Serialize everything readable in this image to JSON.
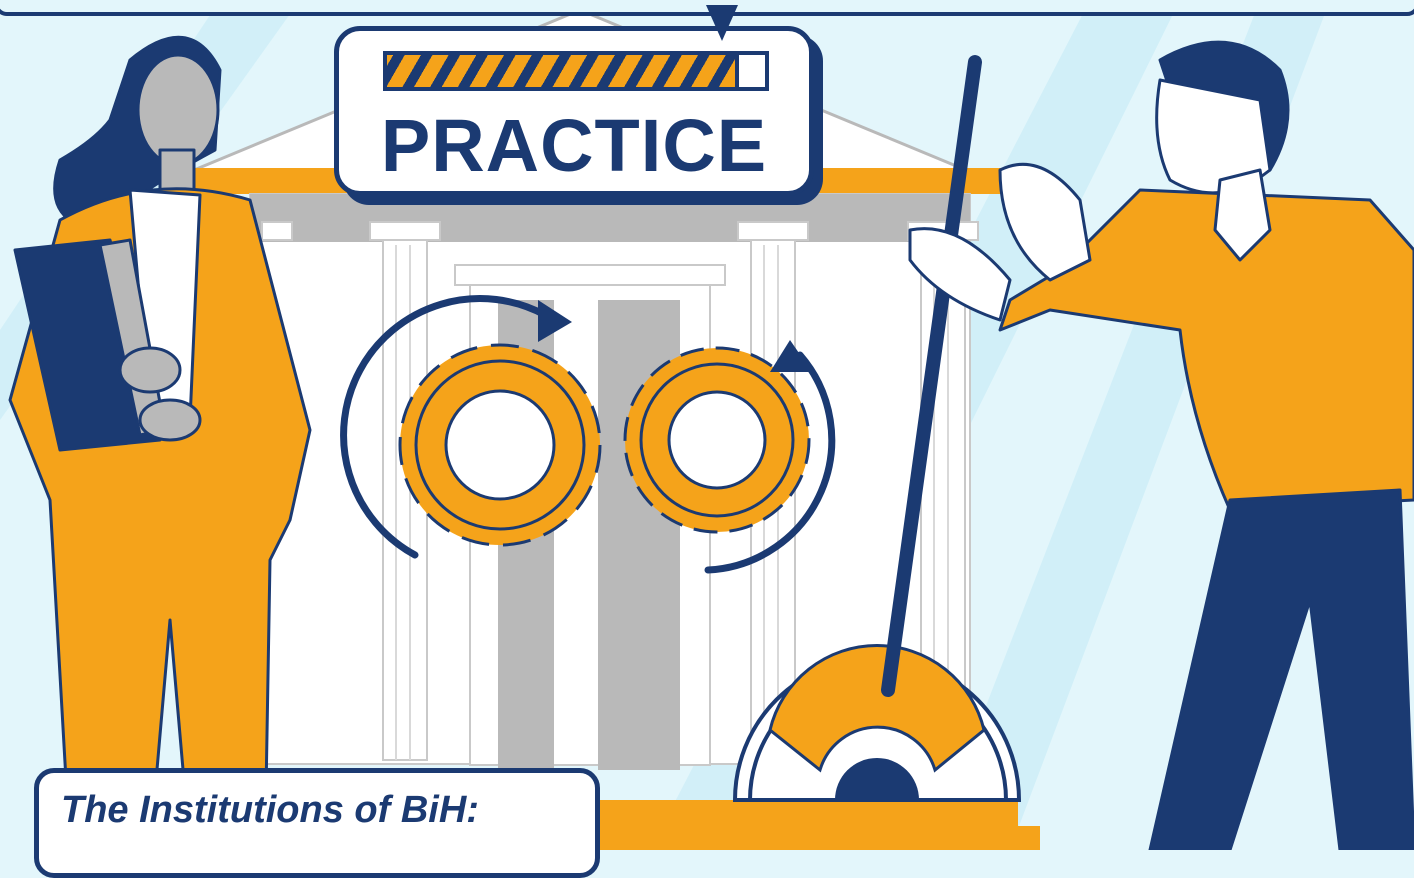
{
  "banner": {
    "title": "PRACTICE",
    "progress": 0.92
  },
  "caption": {
    "text": "The Institutions of BiH:"
  },
  "colors": {
    "navy": "#1b3a72",
    "orange": "#f5a31a",
    "gray": "#b9b9b9",
    "sky": "#e3f6fb",
    "white": "#ffffff"
  },
  "icons": [
    "gear-icon",
    "rotation-arrow-icon",
    "lever-gauge-icon",
    "government-building-icon",
    "folder-icon"
  ]
}
